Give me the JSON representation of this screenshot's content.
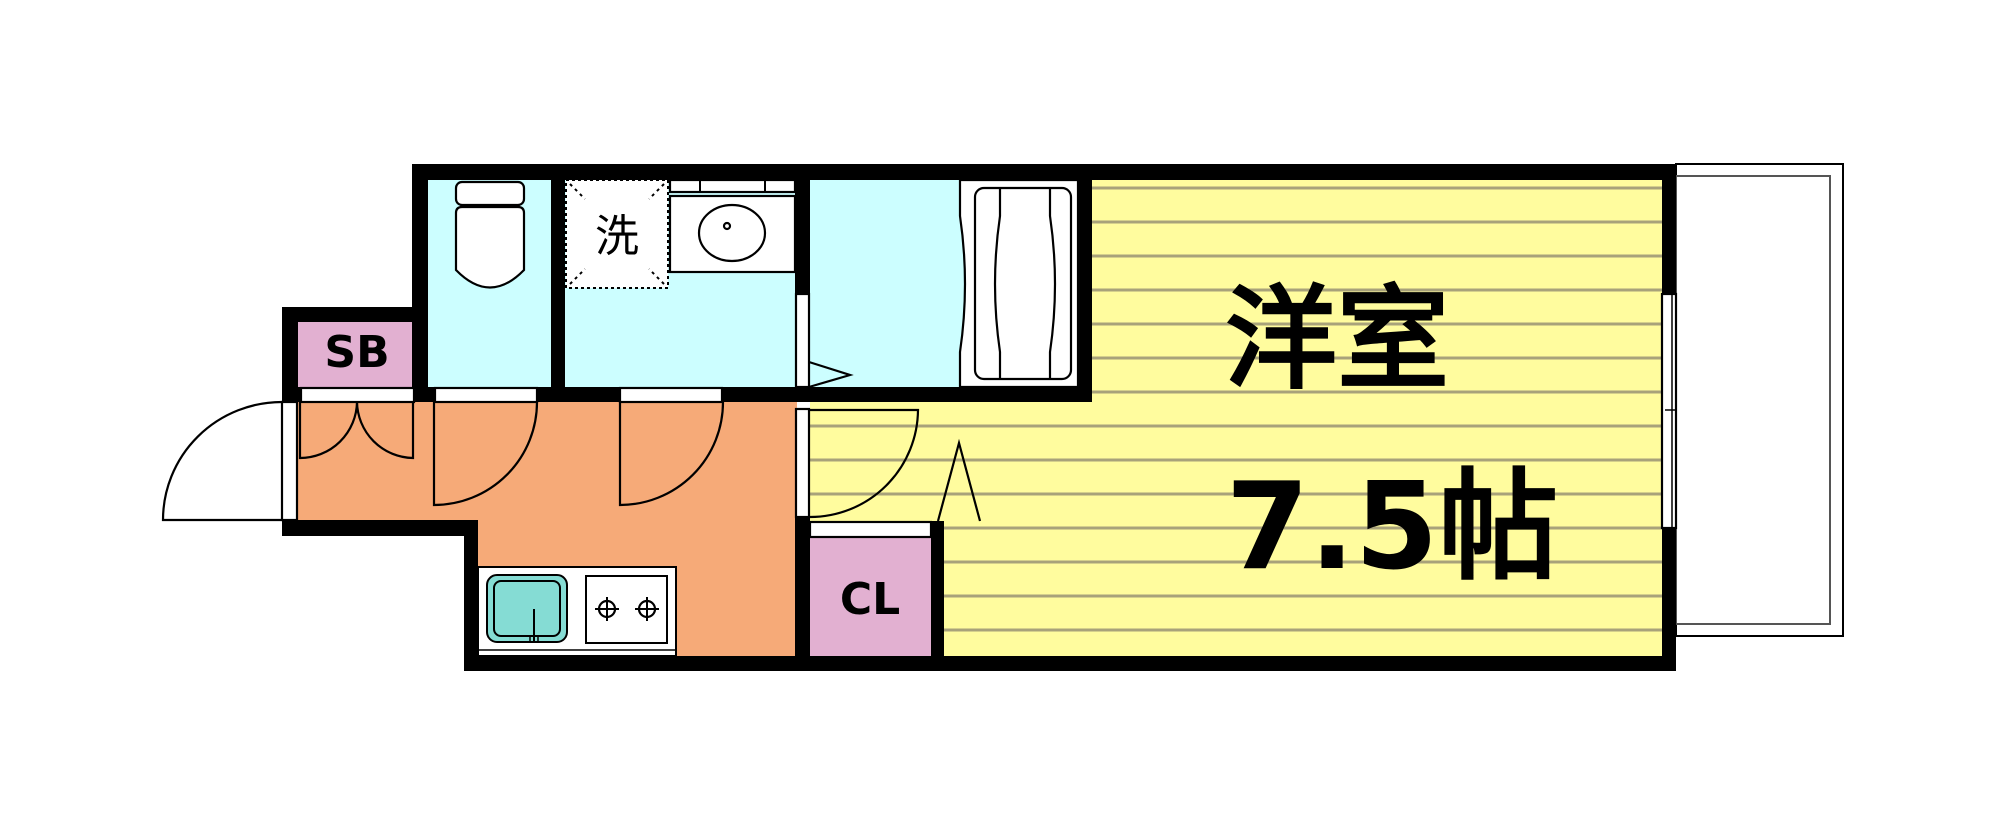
{
  "floor_plan": {
    "rooms": [
      {
        "id": "western-room",
        "label": "洋室",
        "size_label": "7.5帖",
        "color": "#FFFC9E"
      },
      {
        "id": "closet",
        "label": "CL",
        "color": "#E2B0D1"
      },
      {
        "id": "shoe-box",
        "label": "SB",
        "color": "#E2B0D1"
      },
      {
        "id": "washing-machine-space",
        "label": "洗",
        "color": "#FFFFFF"
      },
      {
        "id": "entrance-kitchen",
        "label": "",
        "color": "#F6AA78"
      },
      {
        "id": "toilet",
        "label": "",
        "color": "#CCFEFF"
      },
      {
        "id": "washroom",
        "label": "",
        "color": "#CCFEFF"
      },
      {
        "id": "bathroom",
        "label": "",
        "color": "#CCFEFF"
      },
      {
        "id": "balcony",
        "label": "",
        "color": "#FFFFFF"
      }
    ],
    "fixtures": [
      "toilet-bowl",
      "wash-basin",
      "bathtub",
      "kitchen-sink",
      "two-burner-stove"
    ],
    "colors": {
      "wall": "#000000",
      "floor_stripe": "#A8A27A",
      "sink_basin": "#85DCD4"
    }
  }
}
